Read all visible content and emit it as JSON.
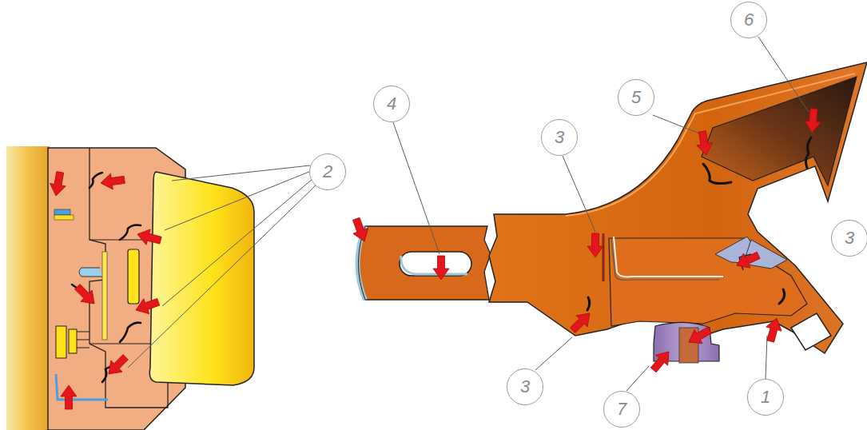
{
  "diagram": {
    "nodes": [
      {
        "text": [
          "2"
        ]
      },
      {
        "text": [
          "4"
        ]
      },
      {
        "text": [
          "3"
        ]
      },
      {
        "text": [
          "5"
        ]
      },
      {
        "text": [
          "6"
        ]
      },
      {
        "text": [
          "3"
        ]
      },
      {
        "text": [
          "3"
        ]
      },
      {
        "text": [
          "7"
        ]
      },
      {
        "text": [
          "1"
        ]
      }
    ]
  }
}
